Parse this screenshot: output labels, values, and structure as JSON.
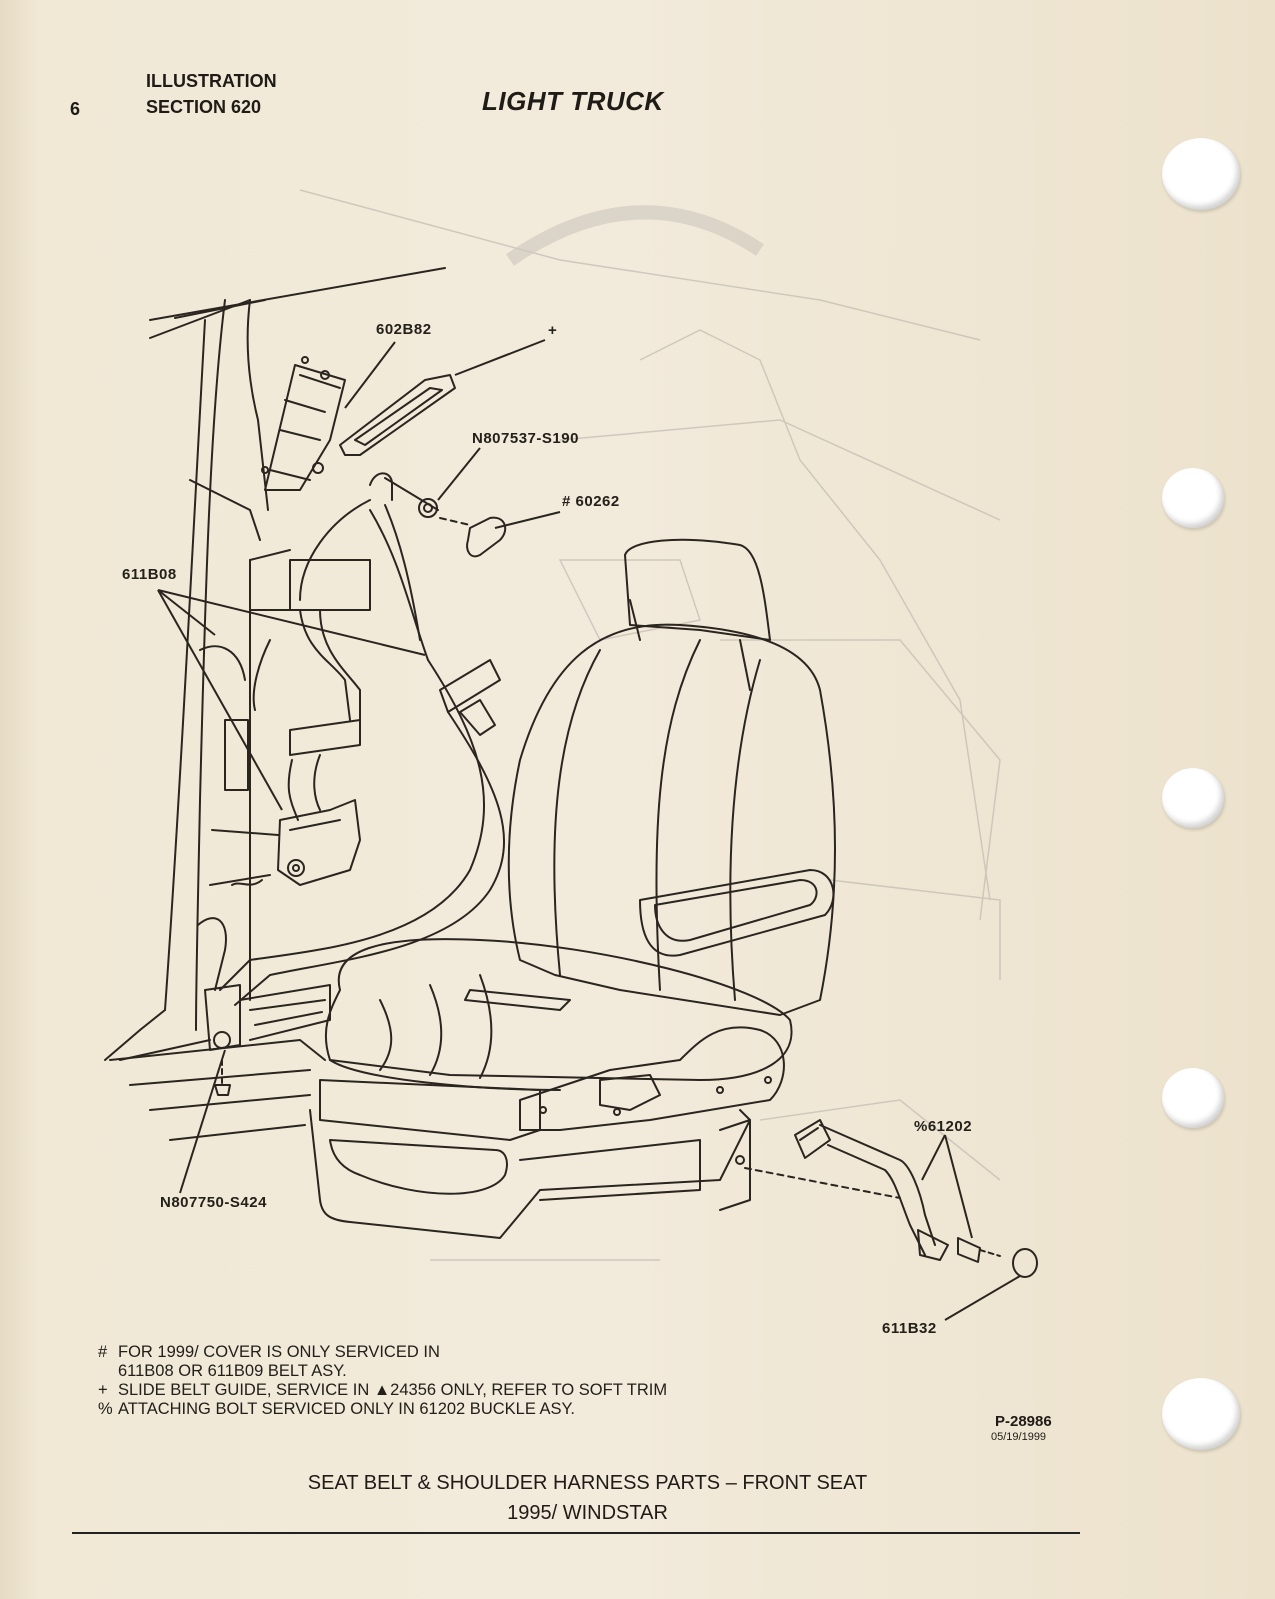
{
  "header": {
    "page_number": "6",
    "illustration_label": "ILLUSTRATION",
    "section_label": "SECTION 620",
    "title": "LIGHT TRUCK"
  },
  "callouts": {
    "retractor_bracket": "602B82",
    "guide_mark": "+",
    "nut": "N807537-S190",
    "cover": "# 60262",
    "belt_assy": "611B08",
    "floor_bolt": "N807750-S424",
    "buckle": "%61202",
    "cap": "611B32"
  },
  "notes": [
    {
      "symbol": "#",
      "lines": [
        "FOR 1999/ COVER IS ONLY SERVICED IN",
        "611B08 OR 611B09 BELT ASY."
      ]
    },
    {
      "symbol": "+",
      "lines": [
        "SLIDE BELT GUIDE, SERVICE IN ▲24356 ONLY, REFER TO SOFT TRIM"
      ]
    },
    {
      "symbol": "%",
      "lines": [
        "ATTACHING BOLT SERVICED ONLY IN 61202 BUCKLE ASY."
      ]
    }
  ],
  "reference": {
    "code": "P-28986",
    "date": "05/19/1999"
  },
  "caption": {
    "line1": "SEAT BELT & SHOULDER HARNESS PARTS – FRONT SEAT",
    "line2": "1995/ WINDSTAR"
  }
}
